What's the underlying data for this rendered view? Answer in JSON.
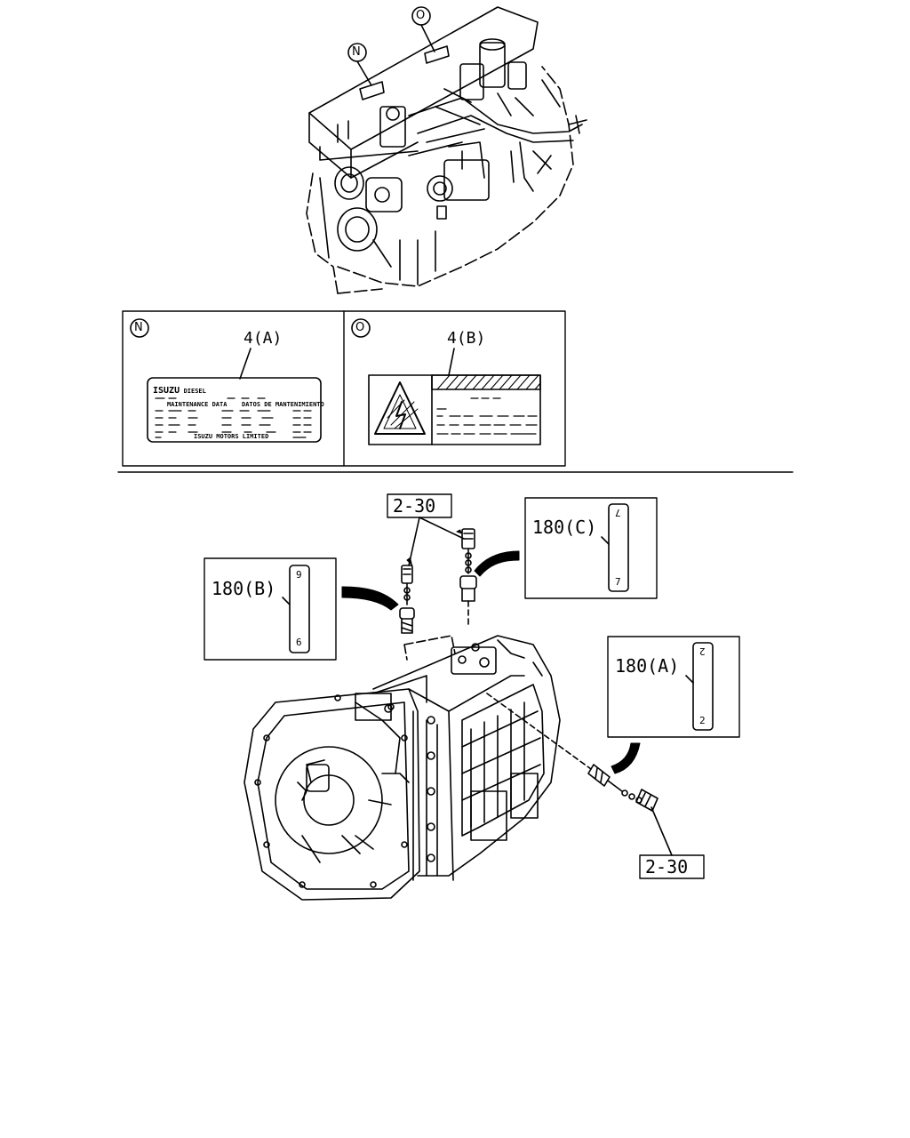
{
  "engine": {
    "callout_n": "N",
    "callout_o": "O"
  },
  "labels_panel": {
    "n": {
      "callout": "N",
      "part_ref": "4(A)",
      "plate_brand": "ISUZU",
      "plate_brand_suffix": "DIESEL",
      "plate_left_title": "MAINTENANCE DATA",
      "plate_right_title": "DATOS DE MANTENIMIENTO",
      "plate_footer": "ISUZU MOTORS LIMITED"
    },
    "o": {
      "callout": "O",
      "part_ref": "4(B)"
    }
  },
  "transmission": {
    "switch_ref_top": "2-30",
    "switch_ref_bottom": "2-30",
    "thread_b": {
      "ref": "180(B)",
      "top": "9",
      "bottom": "6"
    },
    "thread_c": {
      "ref": "180(C)",
      "top": "7",
      "bottom": "7"
    },
    "thread_a": {
      "ref": "180(A)",
      "top": "2",
      "bottom": "2"
    }
  }
}
